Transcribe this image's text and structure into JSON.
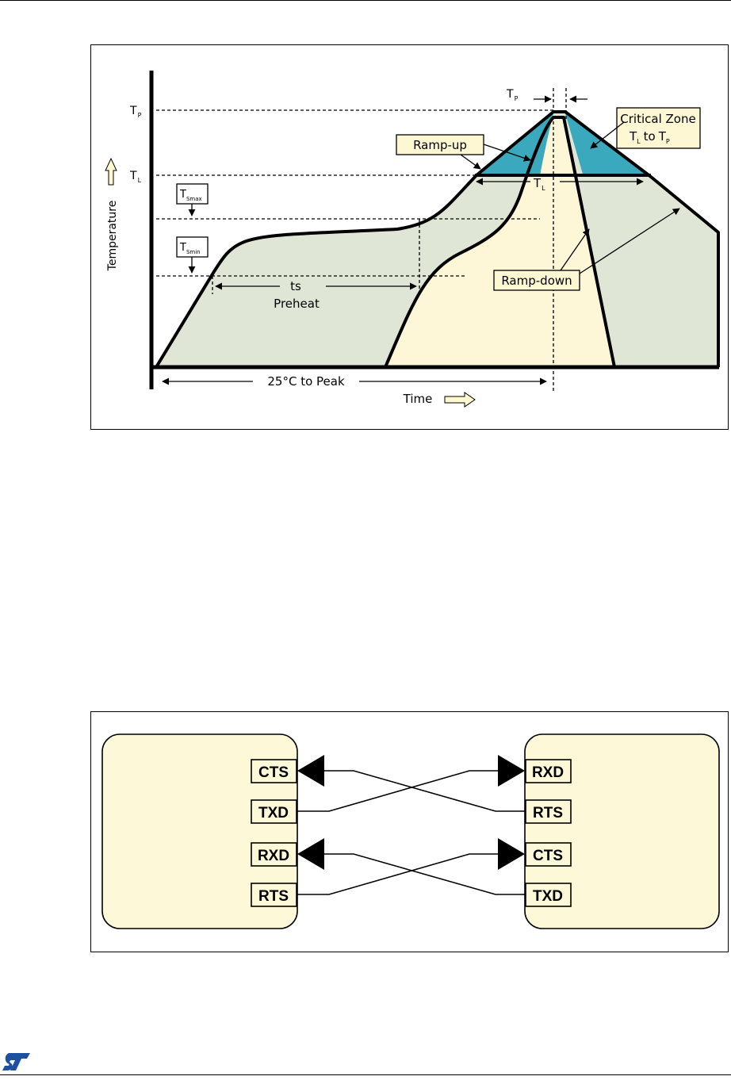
{
  "reflow_profile": {
    "labels": {
      "tp_main": "T",
      "tp_sub": "P",
      "tl_main": "T",
      "tl_sub": "L",
      "tsmax_main": "T",
      "tsmax_sub": "Smax",
      "tsmin_main": "T",
      "tsmin_sub": "Smin",
      "y_axis": "Temperature",
      "x_axis": "Time",
      "ts": "ts",
      "preheat": "Preheat",
      "peak_span": "25°C to Peak",
      "tp_top_main": "T",
      "tp_top_sub": "P",
      "tl_span_main": "T",
      "tl_span_sub": "L",
      "ramp_up": "Ramp-up",
      "ramp_down": "Ramp-down",
      "critical_zone_line1": "Critical Zone",
      "critical_zone_t1": "T",
      "critical_zone_s1": "L",
      "critical_zone_to": "to",
      "critical_zone_t2": "T",
      "critical_zone_s2": "P"
    }
  },
  "uart_diagram": {
    "left_pins": [
      "CTS",
      "TXD",
      "RXD",
      "RTS"
    ],
    "right_pins": [
      "RXD",
      "RTS",
      "CTS",
      "TXD"
    ]
  },
  "colors": {
    "preheat_fill": "#e0e6d6",
    "peak_fill": "#fdf7d8",
    "critical_fill": "#3aa9bd",
    "device_fill": "#fdf8d8"
  },
  "footer": {
    "logo": "ST"
  }
}
